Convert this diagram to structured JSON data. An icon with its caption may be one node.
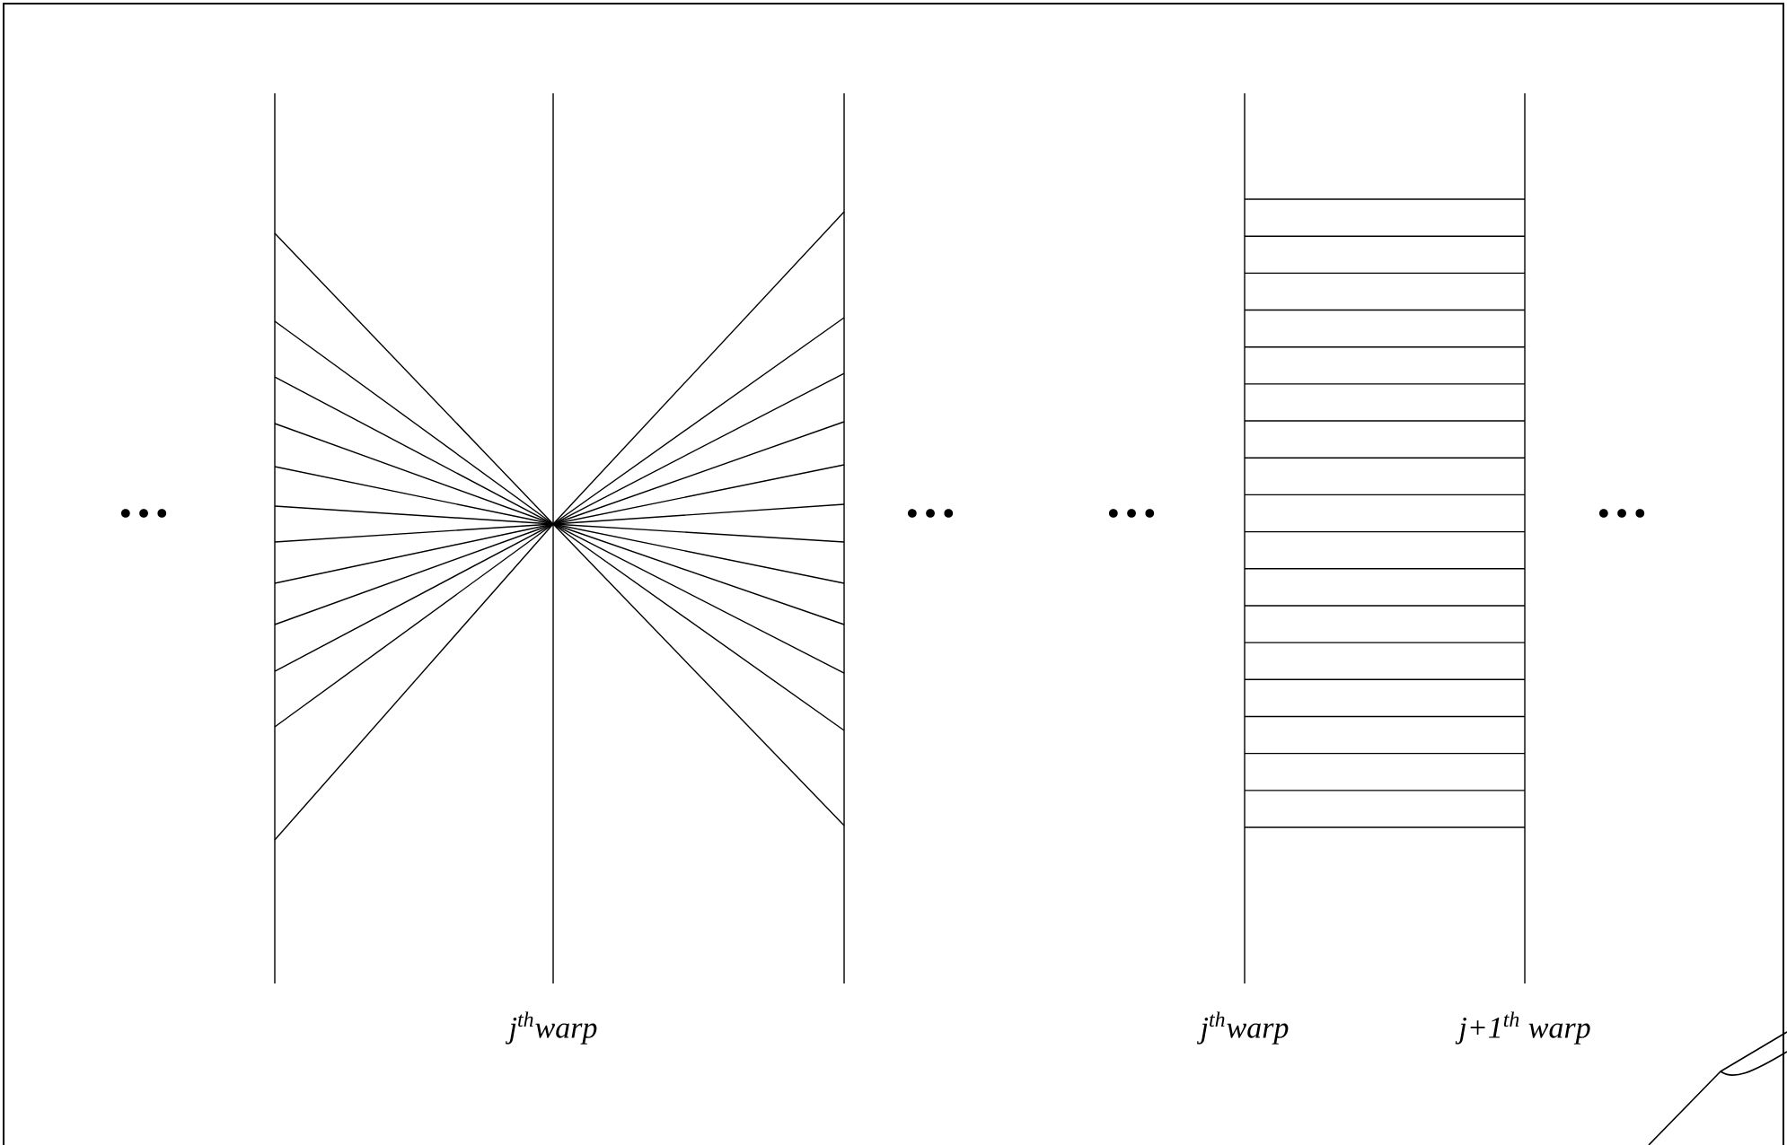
{
  "diagram": {
    "nodes": [
      {
        "text": [],
        "shape": "bar"
      },
      {
        "text": [],
        "shape": "bar",
        "beside": [
          "*j*$^{th}$*warp*"
        ]
      },
      {
        "text": [],
        "shape": "bar"
      },
      {
        "text": [],
        "shape": "bar",
        "beside": [
          "*j*$^{th}$*warp*"
        ]
      },
      {
        "text": [],
        "shape": "bar",
        "beside": [
          "*j*+1$^{th}$ *warp*"
        ]
      }
    ],
    "edges": [
      {
        "from": 0,
        "to": 1,
        "arrow": "none"
      },
      {
        "from": 0,
        "to": 1,
        "arrow": "none"
      },
      {
        "from": 0,
        "to": 1,
        "arrow": "none"
      },
      {
        "from": 0,
        "to": 1,
        "arrow": "none"
      },
      {
        "from": 0,
        "to": 1,
        "arrow": "none"
      },
      {
        "from": 0,
        "to": 1,
        "arrow": "none"
      },
      {
        "from": 0,
        "to": 1,
        "arrow": "none"
      },
      {
        "from": 0,
        "to": 1,
        "arrow": "none"
      },
      {
        "from": 0,
        "to": 1,
        "arrow": "none"
      },
      {
        "from": 0,
        "to": 1,
        "arrow": "none"
      },
      {
        "from": 0,
        "to": 1,
        "arrow": "none"
      },
      {
        "from": 0,
        "to": 1,
        "arrow": "none"
      },
      {
        "from": 2,
        "to": 1,
        "arrow": "none"
      },
      {
        "from": 2,
        "to": 1,
        "arrow": "none"
      },
      {
        "from": 2,
        "to": 1,
        "arrow": "none"
      },
      {
        "from": 2,
        "to": 1,
        "arrow": "none"
      },
      {
        "from": 2,
        "to": 1,
        "arrow": "none"
      },
      {
        "from": 2,
        "to": 1,
        "arrow": "none"
      },
      {
        "from": 2,
        "to": 1,
        "arrow": "none"
      },
      {
        "from": 2,
        "to": 1,
        "arrow": "none"
      },
      {
        "from": 2,
        "to": 1,
        "arrow": "none"
      },
      {
        "from": 2,
        "to": 1,
        "arrow": "none"
      },
      {
        "from": 2,
        "to": 1,
        "arrow": "none"
      },
      {
        "from": 2,
        "to": 1,
        "arrow": "none"
      },
      {
        "from": 3,
        "to": 4,
        "arrow": "none"
      },
      {
        "from": 3,
        "to": 4,
        "arrow": "none"
      },
      {
        "from": 3,
        "to": 4,
        "arrow": "none"
      },
      {
        "from": 3,
        "to": 4,
        "arrow": "none"
      },
      {
        "from": 3,
        "to": 4,
        "arrow": "none"
      },
      {
        "from": 3,
        "to": 4,
        "arrow": "none"
      },
      {
        "from": 3,
        "to": 4,
        "arrow": "none"
      },
      {
        "from": 3,
        "to": 4,
        "arrow": "none"
      },
      {
        "from": 3,
        "to": 4,
        "arrow": "none"
      },
      {
        "from": 3,
        "to": 4,
        "arrow": "none"
      },
      {
        "from": 3,
        "to": 4,
        "arrow": "none"
      },
      {
        "from": 3,
        "to": 4,
        "arrow": "none"
      },
      {
        "from": 3,
        "to": 4,
        "arrow": "none"
      },
      {
        "from": 3,
        "to": 4,
        "arrow": "none"
      },
      {
        "from": 3,
        "to": 4,
        "arrow": "none"
      },
      {
        "from": 3,
        "to": 4,
        "arrow": "none"
      },
      {
        "from": 3,
        "to": 4,
        "arrow": "none"
      },
      {
        "from": 3,
        "to": 4,
        "arrow": "none"
      }
    ],
    "labels": [
      "…",
      "…",
      "…",
      "…"
    ]
  }
}
